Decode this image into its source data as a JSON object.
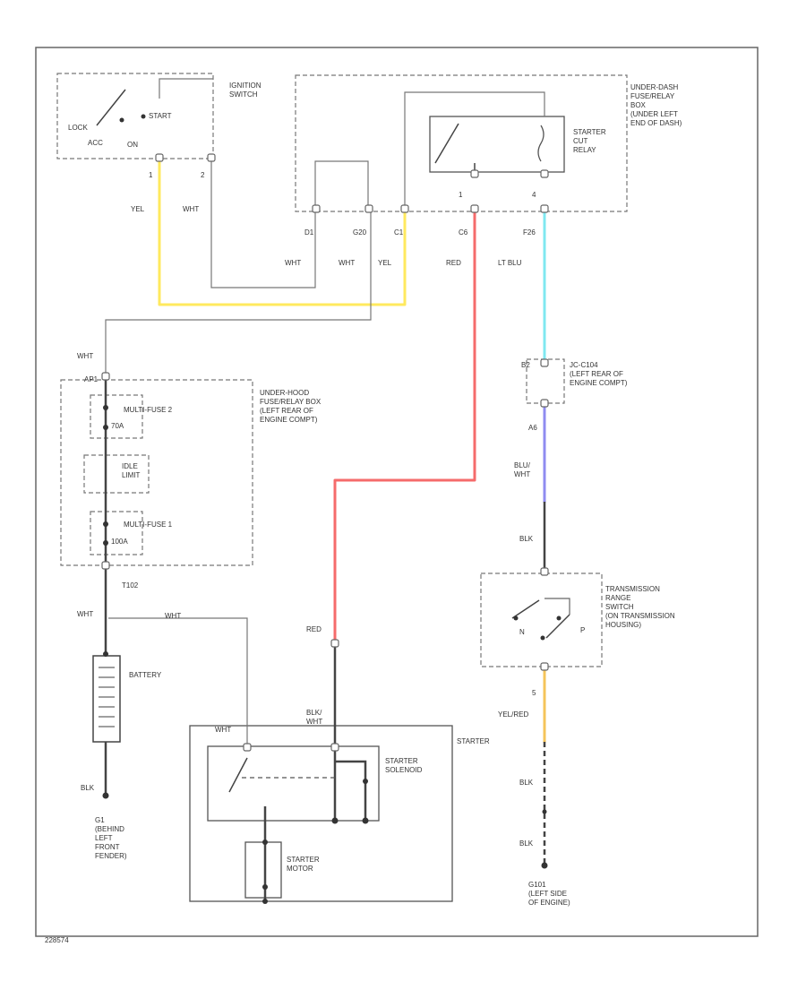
{
  "components": {
    "ignition_switch": "IGNITION\nSWITCH",
    "ign_positions": [
      "LOCK",
      "ACC",
      "ON",
      "START"
    ],
    "ign_pins": [
      "1",
      "2"
    ],
    "under_dash_box": "UNDER-DASH\nFUSE/RELAY\nBOX\n(UNDER LEFT\nEND OF DASH)",
    "starter_cut_relay": "STARTER\nCUT\nRELAY",
    "relay_pins": [
      "1",
      "4"
    ],
    "box_connectors": [
      "D1",
      "G20",
      "C1",
      "C6",
      "F26"
    ],
    "under_hood_box": "UNDER-HOOD\nFUSE/RELAY BOX\n(LEFT REAR OF\nENGINE COMPT)",
    "multi_fuse_2": "MULTI-FUSE 2",
    "fuse_2_rating": "70A",
    "idle_limit": "IDLE\nLIMIT",
    "multi_fuse_1": "MULTI-FUSE 1",
    "fuse_1_rating": "100A",
    "hood_box_top_conn": "AP1",
    "hood_box_bottom_conn": "T102",
    "battery": "BATTERY",
    "ground_g1": "G1\n(BEHIND\nLEFT\nFRONT\nFENDER)",
    "joint_connector": "JC-C104\n(LEFT REAR OF\nENGINE COMPT)",
    "joint_top_pin": "B2",
    "joint_bottom_pin": "A6",
    "trans_range_switch": "TRANSMISSION\nRANGE\nSWITCH\n(ON TRANSMISSION\nHOUSING)",
    "trans_positions": [
      "N",
      "P"
    ],
    "trans_pin": "5",
    "starter": "STARTER",
    "starter_solenoid": "STARTER\nSOLENOID",
    "starter_motor": "STARTER\nMOTOR",
    "ground_g101": "G101\n(LEFT SIDE\nOF ENGINE)",
    "footer_code": "228574"
  },
  "wires": {
    "yel_1": "YEL",
    "wht_1": "WHT",
    "wht_d1": "WHT",
    "wht_g20": "WHT",
    "yel_c1": "YEL",
    "red_c6": "RED",
    "ltblu_f26": "LT BLU",
    "wht_hood_top": "WHT",
    "wht_hood_bottom": "WHT",
    "wht_battery": "WHT",
    "blk_ground": "BLK",
    "red_starter": "RED",
    "blk_wht_starter": "BLK/\nWHT",
    "wht_solenoid": "WHT",
    "blu_wht": "BLU/\nWHT",
    "blk_1": "BLK",
    "yel_red": "YEL/RED",
    "blk_2": "BLK",
    "blk_3": "BLK"
  },
  "colors": {
    "yellow": "#ffe95e",
    "red": "#f56b6b",
    "lt_blue": "#7fe8f0",
    "purple": "#8f8cf0",
    "orange": "#f5c45a",
    "gray_wire": "#bdbdbd",
    "black_wire": "#444444"
  }
}
